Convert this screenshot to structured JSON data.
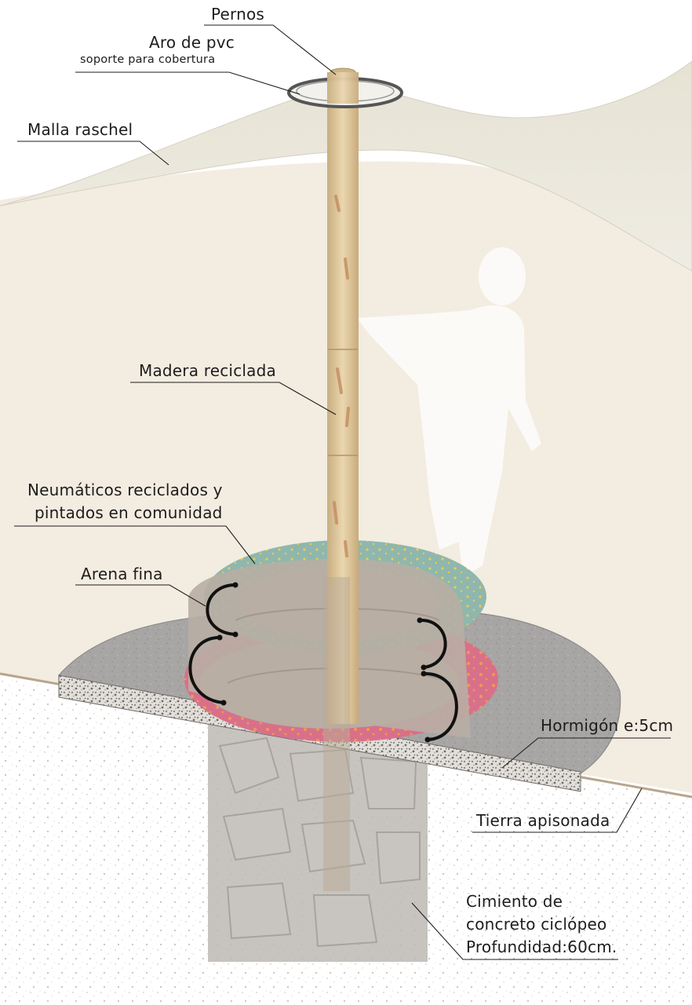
{
  "labels": {
    "pernos": "Pernos",
    "aro_pvc": "Aro de pvc",
    "soporte": "soporte para cobertura",
    "malla": "Malla raschel",
    "madera": "Madera reciclada",
    "neumaticos_1": "Neumáticos reciclados y",
    "neumaticos_2": "pintados en comunidad",
    "arena": "Arena fina",
    "hormigon": "Hormigón e:5cm",
    "tierra": "Tierra apisonada",
    "cimiento_1": "Cimiento de",
    "cimiento_2": "concreto ciclópeo",
    "cimiento_3": "Profundidad:60cm."
  },
  "colors": {
    "wall": "#f3ece1",
    "shade_net": "#e9e5d8",
    "wood": "#dcc59c",
    "wood_spots": "#c38b5c",
    "tire_teal": "#8fb7ad",
    "tire_pink": "#d9708a",
    "tire_dots": "#e8cc55",
    "sand": "#b8aea4",
    "concrete_top": "#a9a9a9",
    "gravel": "#cfcac4",
    "foundation": "#bdb8b4",
    "ink": "#1d1d1d"
  }
}
